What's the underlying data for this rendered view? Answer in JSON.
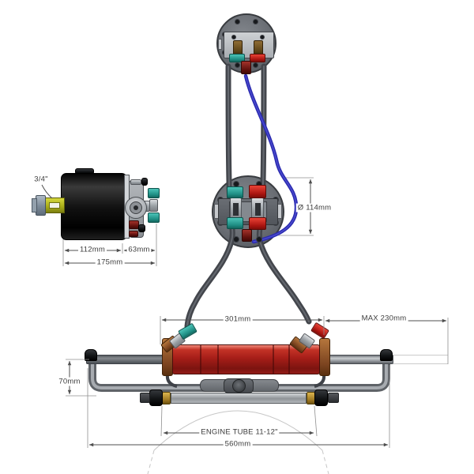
{
  "diagram": {
    "type": "technical-dimension-diagram",
    "subject": "Outboard hydraulic steering system with helm pump, bezel and tiller cylinder",
    "labels": {
      "shaft_size": "3/4\"",
      "helm_body_length": "112mm",
      "helm_rear_length": "63mm",
      "helm_total_length": "175mm",
      "flange_diameter": "Ø 114mm",
      "port_spacing": "301mm",
      "max_extension": "MAX 230mm",
      "drop": "70mm",
      "engine_tube": "ENGINE TUBE 11-12\"",
      "overall_width": "560mm"
    },
    "colors": {
      "port_teal": "#2ba79c",
      "starboard_red": "#cf2318",
      "cylinder_red": "#a61e18",
      "hose_blue": "#2d2dae",
      "hose_gray": "#45484e",
      "copper": "#9c5a2c",
      "brass_gold": "#c09a32",
      "flange_gray": "#6a6e74",
      "dimension_line": "#4f4f4f"
    }
  }
}
